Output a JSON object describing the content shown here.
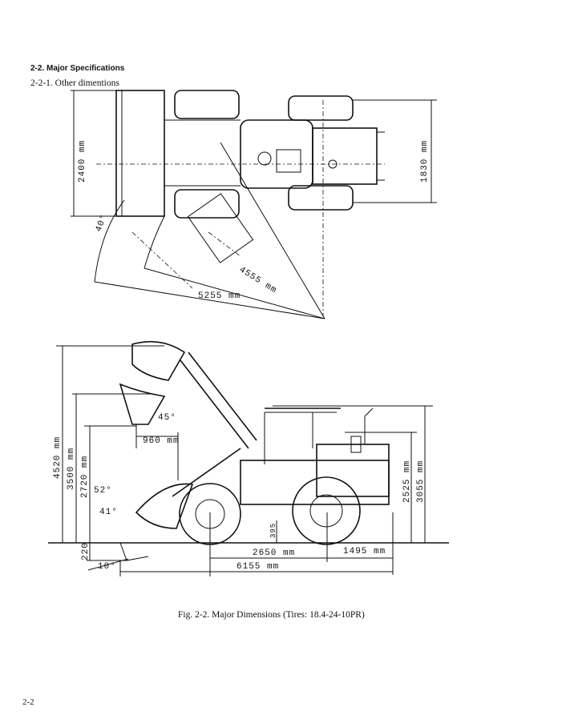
{
  "section_heading": "2-2.  Major Specifications",
  "subsection_heading": "2-2-1.  Other dimentions",
  "top_view": {
    "bucket_width": "2400 mm",
    "tread_width": "1830 mm",
    "articulation_angle": "40°",
    "inner_turning_radius": "4555 mm",
    "outer_turning_radius": "5255 mm"
  },
  "side_view": {
    "max_height": "4520 mm",
    "hinge_pin_height": "3500 mm",
    "dump_clearance": "2720 mm",
    "dump_angle": "45°",
    "dump_reach": "960 mm",
    "rollback_angle_carry": "52°",
    "rollback_angle_ground": "41°",
    "digging_depth": "220",
    "digging_angle": "10°",
    "ground_clearance": "395",
    "wheelbase": "2650 mm",
    "rear_overhang": "1495 mm",
    "overall_length": "6155 mm",
    "cab_height": "2525 mm",
    "overall_height": "3055 mm"
  },
  "caption": "Fig. 2-2.  Major Dimensions (Tires: 18.4-24-10PR)",
  "page_number": "2-2"
}
